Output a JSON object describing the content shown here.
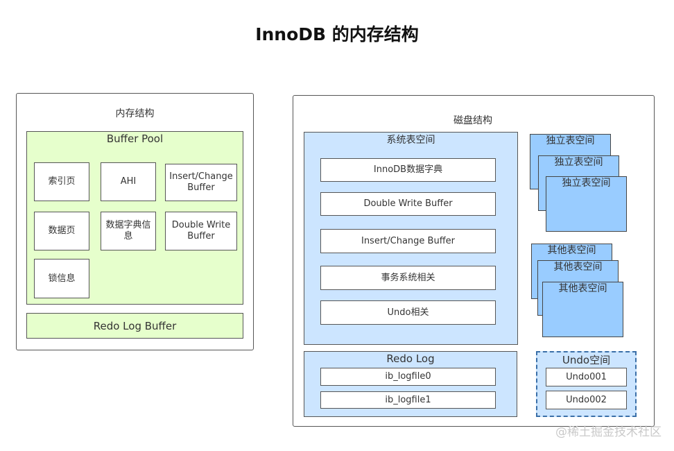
{
  "title": "InnoDB 的内存结构",
  "memory": {
    "heading": "内存结构",
    "buffer_pool": {
      "label": "Buffer Pool",
      "items": [
        "索引页",
        "AHI",
        "Insert/Change Buffer",
        "数据页",
        "数据字典信息",
        "Double Write Buffer",
        "锁信息"
      ]
    },
    "redo_log_buffer": "Redo Log Buffer"
  },
  "disk": {
    "heading": "磁盘结构",
    "system_tablespace": {
      "label": "系统表空间",
      "items": [
        "InnoDB数据字典",
        "Double Write Buffer",
        "Insert/Change Buffer",
        "事务系统相关",
        "Undo相关"
      ]
    },
    "file_per_table": [
      "独立表空间",
      "独立表空间",
      "独立表空间"
    ],
    "other_tablespaces": [
      "其他表空间",
      "其他表空间",
      "其他表空间"
    ],
    "redo_log": {
      "label": "Redo Log",
      "files": [
        "ib_logfile0",
        "ib_logfile1"
      ]
    },
    "undo_tablespace": {
      "label": "Undo空间",
      "files": [
        "Undo001",
        "Undo002"
      ]
    }
  },
  "watermark": "@稀土掘金技术社区",
  "colors": {
    "buffer_pool_fill": "#e6ffcc",
    "system_tablespace_fill": "#cce5ff",
    "tablespace_fill": "#99ccff",
    "undo_border": "#3a6fa8"
  }
}
